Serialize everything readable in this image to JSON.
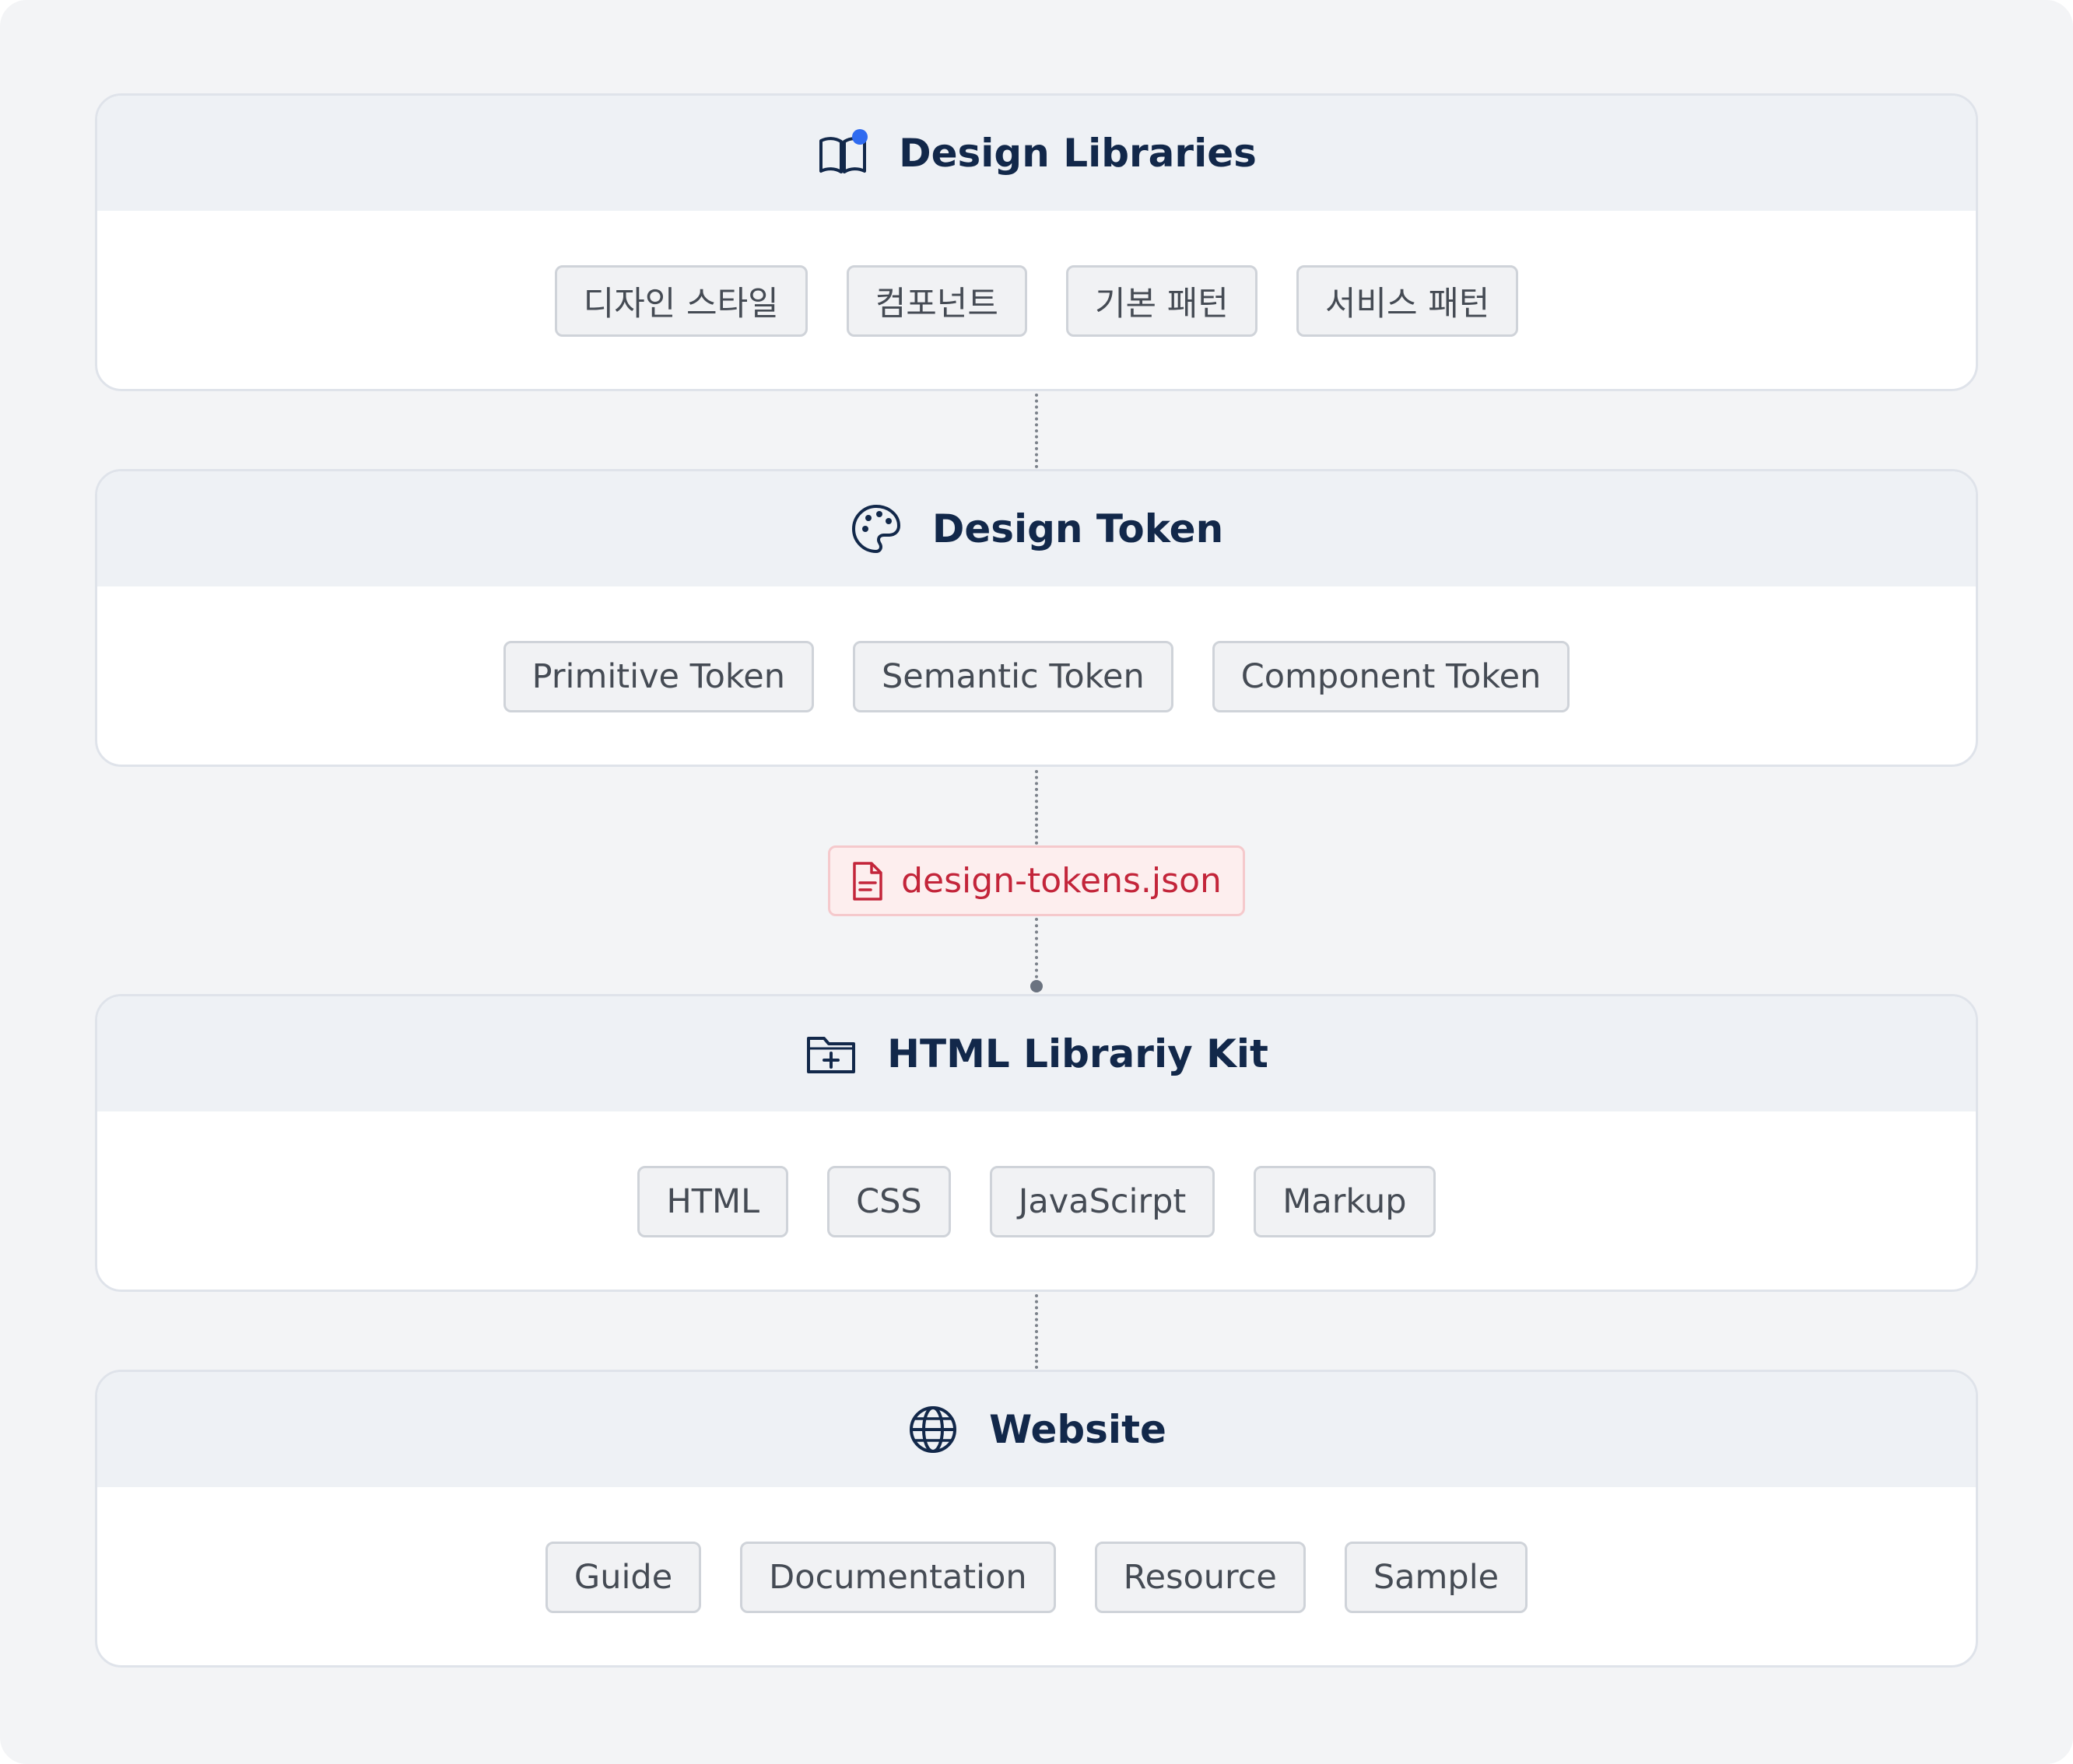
{
  "sections": [
    {
      "title": "Design Libraries",
      "icon": "book-icon",
      "chips": [
        "디자인 스타일",
        "컴포넌트",
        "기본 패턴",
        "서비스 패턴"
      ]
    },
    {
      "title": "Design Token",
      "icon": "palette-icon",
      "chips": [
        "Primitive Token",
        "Semantic Token",
        "Component Token"
      ]
    },
    {
      "title": "HTML Librariy Kit",
      "icon": "folder-plus-icon",
      "chips": [
        "HTML",
        "CSS",
        "JavaScirpt",
        "Markup"
      ]
    },
    {
      "title": "Website",
      "icon": "globe-icon",
      "chips": [
        "Guide",
        "Documentation",
        "Resource",
        "Sample"
      ]
    }
  ],
  "file": {
    "name": "design-tokens.json",
    "icon": "file-text-icon"
  },
  "colors": {
    "title": "#12284a",
    "accent": "#2f6bf0",
    "file": "#c3253a",
    "file_bg": "#fdeeee"
  }
}
